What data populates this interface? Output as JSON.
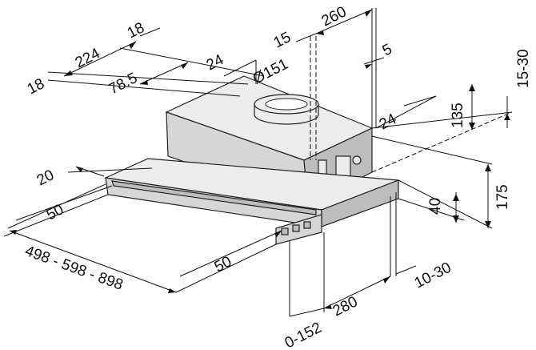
{
  "dimensions": {
    "d18_left": "18",
    "d224": "224",
    "d18_top": "18",
    "d78_5": "78.5",
    "d24_top": "24",
    "d151": "Ø151",
    "d15": "15",
    "d260": "260",
    "d5": "5",
    "d15_30": "15-30",
    "d135": "135",
    "d24_right": "24",
    "d175": "175",
    "d40": "40",
    "d20": "20",
    "d50_left": "50",
    "d498": "498 - 598 - 898",
    "d50_bottom": "50",
    "d10_30": "10-30",
    "d280": "280",
    "d0_152": "0-152"
  }
}
